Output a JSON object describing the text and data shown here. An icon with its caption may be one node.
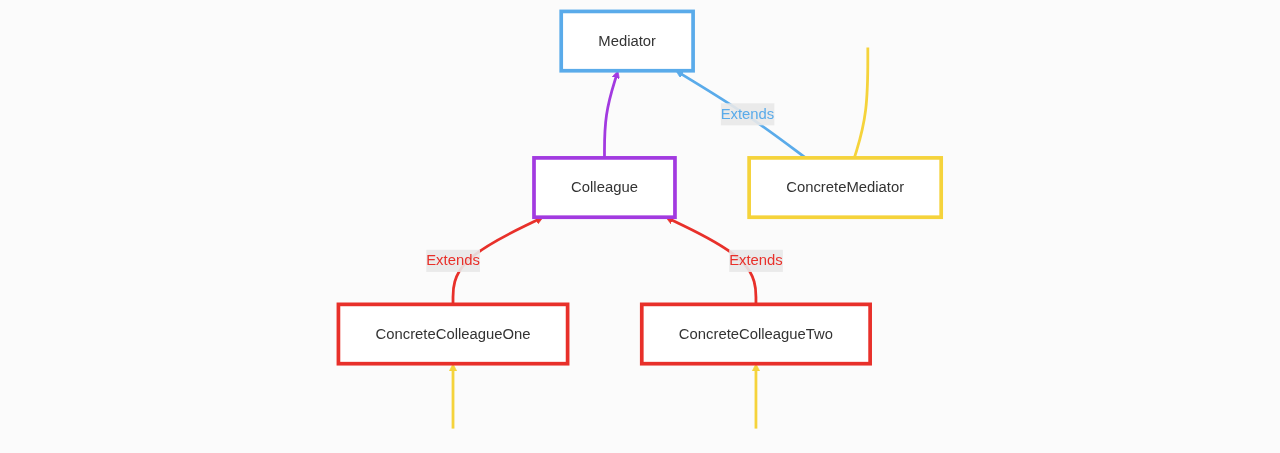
{
  "diagram": {
    "nodes": [
      {
        "text": [
          "Mediator"
        ]
      },
      {
        "text": [
          "Colleague"
        ]
      },
      {
        "text": [
          "ConcreteMediator"
        ]
      },
      {
        "text": [
          "ConcreteColleagueOne"
        ]
      },
      {
        "text": [
          "ConcreteColleagueTwo"
        ]
      }
    ],
    "edges": [
      {
        "from": 1,
        "to": 0,
        "arrow": "to",
        "color": "#a23ae0"
      },
      {
        "from": 2,
        "to": 0,
        "arrow": "to",
        "label": "Extends",
        "color": "#5aabea"
      },
      {
        "from": 3,
        "to": 1,
        "arrow": "to",
        "label": "Extends",
        "color": "#e8302a"
      },
      {
        "from": 4,
        "to": 1,
        "arrow": "to",
        "label": "Extends",
        "color": "#e8302a"
      },
      {
        "from": 2,
        "to": null,
        "arrow": "none",
        "color": "#f5d33b"
      },
      {
        "from": null,
        "to": 3,
        "arrow": "to",
        "color": "#f5d33b"
      },
      {
        "from": null,
        "to": 4,
        "arrow": "to",
        "color": "#f5d33b"
      }
    ]
  }
}
